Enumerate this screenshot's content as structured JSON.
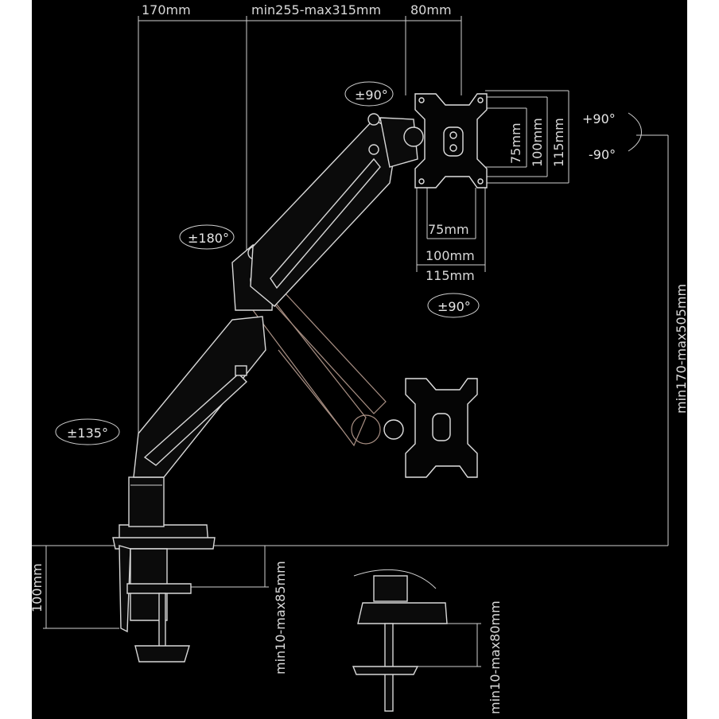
{
  "dimensions": {
    "top_1": "170mm",
    "top_2": "min255-max315mm",
    "top_3": "80mm",
    "vesa_v_75": "75mm",
    "vesa_v_100": "100mm",
    "vesa_v_115": "115mm",
    "vesa_h_75": "75mm",
    "vesa_h_100": "100mm",
    "vesa_h_115": "115mm",
    "height_range": "min170-max505mm",
    "clamp_height": "100mm",
    "clamp_range": "min10-max85mm",
    "grommet_range": "min10-max80mm"
  },
  "rotations": {
    "head_tilt": "±90°",
    "swivel_head": "±90°",
    "portrait_plus": "+90°",
    "portrait_minus": "-90°",
    "elbow": "±180°",
    "base": "±135°"
  },
  "colors": {
    "background": "#000000",
    "line": "#cfcfcf",
    "ghost": "#a88f83"
  }
}
